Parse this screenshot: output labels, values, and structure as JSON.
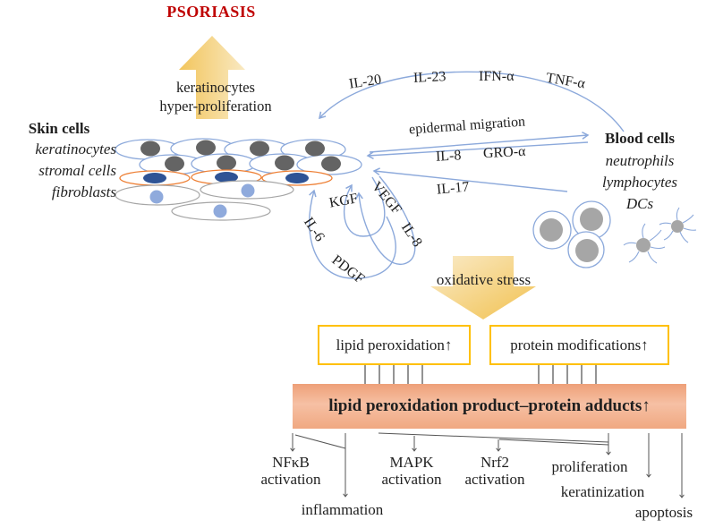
{
  "title": "PSORIASIS",
  "process": {
    "line1": "keratinocytes",
    "line2": "hyper-proliferation"
  },
  "skin": {
    "header": "Skin cells",
    "type1": "keratinocytes",
    "type2": "stromal cells",
    "type3": "fibroblasts"
  },
  "blood": {
    "header": "Blood cells",
    "type1": "neutrophils",
    "type2": "lymphocytes",
    "type3": "DCs"
  },
  "cytokines": {
    "top1": "IL-20",
    "top2": "IL-23",
    "top3": "IFN-α",
    "top4": "TNF-α",
    "migration": "epidermal migration",
    "mid1": "IL-8",
    "mid2": "GRO-α",
    "il17": "IL-17",
    "auto_kgf": "KGF",
    "auto_vegf": "VEGF",
    "auto_il8": "IL-8",
    "auto_il6": "IL-6",
    "auto_pdgf": "PDGF"
  },
  "stress": "oxidative stress",
  "boxes": {
    "lipid": "lipid peroxidation↑",
    "protein": "protein modifications↑",
    "adducts": "lipid peroxidation product–protein adducts↑"
  },
  "outcomes": {
    "nfkb1": "NFκB",
    "nfkb2": "activation",
    "inflammation": "inflammation",
    "mapk1": "MAPK",
    "mapk2": "activation",
    "nrf21": "Nrf2",
    "nrf22": "activation",
    "proliferation": "proliferation",
    "keratinization": "keratinization",
    "apoptosis": "apoptosis"
  },
  "colors": {
    "title_red": "#BF0000",
    "blue_arrow": "#8CA9DB",
    "orange_cell": "#ED7D31",
    "gray_cell": "#A6A6A6",
    "dark_nucleus": "#646464",
    "blue_nucleus": "#2E5395",
    "light_blue_nucleus": "#8FAADC",
    "gold_border": "#FFC000",
    "salmon_box": "#F2A983",
    "yellow_arrow": "#F2C75E"
  }
}
